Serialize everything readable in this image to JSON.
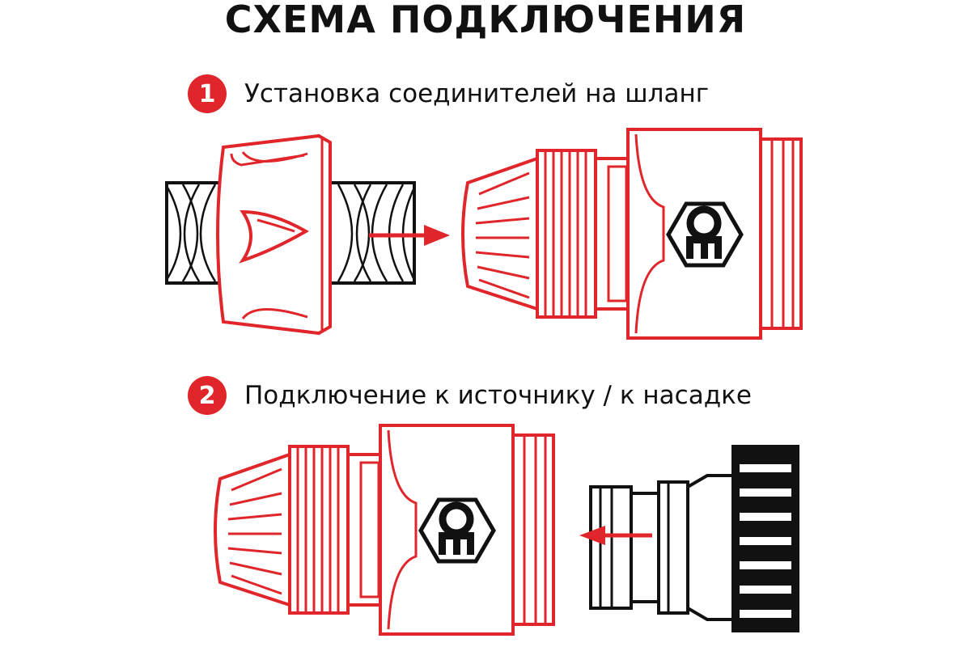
{
  "title": "СХЕМА ПОДКЛЮЧЕНИЯ",
  "steps": [
    {
      "number": "1",
      "text": "Установка соединителей на шланг"
    },
    {
      "number": "2",
      "text": "Подключение к источнику / к насадке"
    }
  ],
  "colors": {
    "accent": "#e0262a",
    "outline": "#111111",
    "background": "#ffffff"
  },
  "icons": [
    "hose-icon",
    "collet-nut-icon",
    "connector-icon",
    "brand-logo-icon",
    "tap-adapter-icon",
    "arrow-icon"
  ]
}
